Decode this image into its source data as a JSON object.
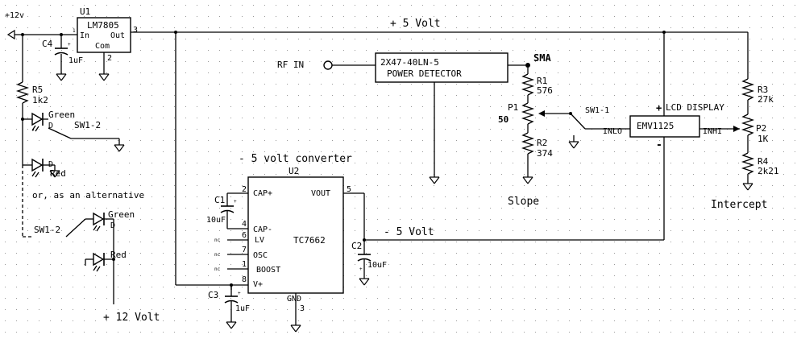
{
  "rails": {
    "plus12_top": "+12v",
    "plus12_bottom": "+ 12 Volt",
    "plus5": "+ 5 Volt",
    "minus5": "- 5 Volt"
  },
  "u1": {
    "ref": "U1",
    "part": "LM7805",
    "pin_in": "In",
    "pin_out": "Out",
    "pin_com": "Com",
    "pin1": "1",
    "pin2": "2",
    "pin3": "3"
  },
  "c4": {
    "ref": "C4",
    "value": "1uF",
    "plus": "+"
  },
  "r5": {
    "ref": "R5",
    "value": "1k2"
  },
  "leds": {
    "green": "Green",
    "red": "Red",
    "pin_d": "D",
    "green2": "Green",
    "red2": "Red",
    "pin_d2": "D",
    "alternative_note": "or, as an alternative"
  },
  "switches": {
    "sw1_2a": "SW1-2",
    "sw1_2b": "SW1-2",
    "sw1_1": "SW1-1"
  },
  "rf": {
    "input": "RF IN",
    "detector_part": "2X47-40LN-5",
    "detector_name": "POWER DETECTOR",
    "connector": "SMA"
  },
  "slope": {
    "r1_ref": "R1",
    "r1_val": "576",
    "p1_ref": "P1",
    "p1_val": "50",
    "r2_ref": "R2",
    "r2_val": "374",
    "label": "Slope"
  },
  "display": {
    "title": "LCD DISPLAY",
    "part": "EMV1125",
    "in_lo": "INLO",
    "in_hi": "INHI",
    "plus": "+",
    "minus": "-"
  },
  "intercept": {
    "r3_ref": "R3",
    "r3_val": "27k",
    "p2_ref": "P2",
    "p2_val": "1K",
    "r4_ref": "R4",
    "r4_val": "2k21",
    "label": "Intercept"
  },
  "u2": {
    "heading": "- 5 volt converter",
    "ref": "U2",
    "part": "TC7662",
    "pins": {
      "cap_plus": "CAP+",
      "cap_minus": "CAP-",
      "lv": "LV",
      "osc": "OSC",
      "boost": "BOOST",
      "vplus": "V+",
      "vout": "VOUT",
      "gnd": "GND",
      "n2": "2",
      "n4": "4",
      "n6": "6",
      "n7": "7",
      "n1": "1",
      "n8": "8",
      "n5": "5",
      "n3": "3"
    },
    "nc": "nc"
  },
  "caps": {
    "c1_ref": "C1",
    "c1_val": "10uF",
    "c2_ref": "C2",
    "c2_val": "10uF",
    "c3_ref": "C3",
    "c3_val": "1uF",
    "plus": "+"
  }
}
